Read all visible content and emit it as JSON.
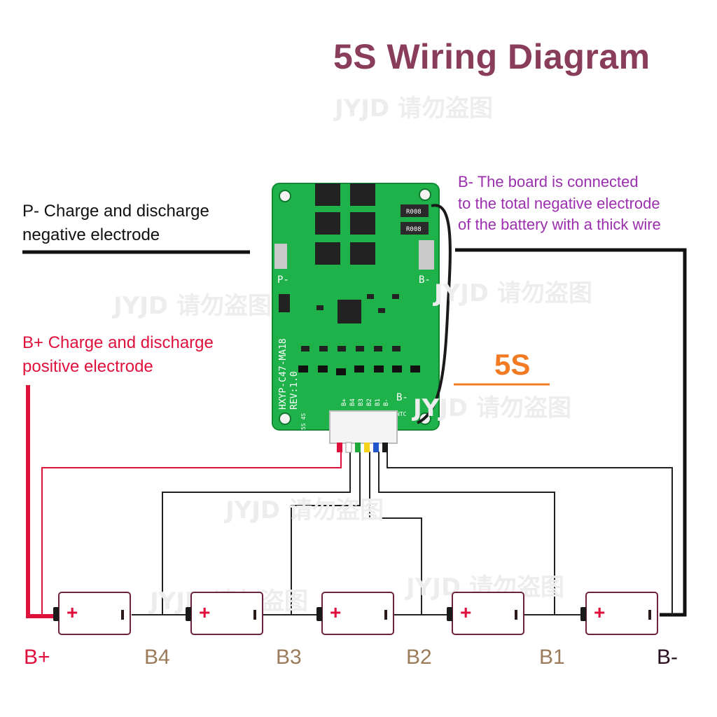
{
  "title": "5S Wiring Diagram",
  "watermark": "JYJD 请勿盗图",
  "p_minus_label": [
    "P- Charge and discharge",
    "negative electrode"
  ],
  "b_plus_label": [
    "B+ Charge and discharge",
    "positive electrode"
  ],
  "b_minus_note": [
    "B- The board is connected",
    "to the total negative electrode",
    "of the battery with a thick wire"
  ],
  "series_label": "5S",
  "board": {
    "model": "HXYP-C47-MA18",
    "revision": "REV:1.0",
    "pad_p": "P-",
    "pad_b": "B-",
    "pin_labels": [
      "B+",
      "B4",
      "B3",
      "B2",
      "B1",
      "B-"
    ],
    "ntc": "NTC",
    "chip_text": "R008",
    "cells_note": "5S 4S"
  },
  "cell_glyph": "+",
  "nodes": [
    "B+",
    "B4",
    "B3",
    "B2",
    "B1",
    "B-"
  ],
  "colors": {
    "title": "#8a3d5a",
    "b_plus": "#e0103c",
    "note": "#9b2fae",
    "series": "#f27a22",
    "pcb": "#1fb24a",
    "node_labels": "#9b7b5a"
  }
}
